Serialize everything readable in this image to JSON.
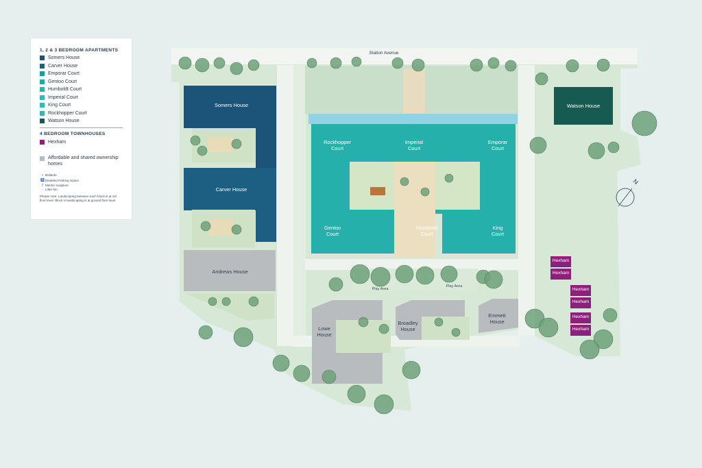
{
  "legend": {
    "heading_apartments": "1, 2 & 3 BEDROOM APARTMENTS",
    "apartments": [
      {
        "label": "Somers House",
        "color": "#1c5479"
      },
      {
        "label": "Carver House",
        "color": "#1c5f82"
      },
      {
        "label": "Emporar Court",
        "color": "#1a9aa1"
      },
      {
        "label": "Gentoo Court",
        "color": "#22a9a6"
      },
      {
        "label": "Humboldt Court",
        "color": "#28b6b3"
      },
      {
        "label": "Imperial Court",
        "color": "#2bbdb7"
      },
      {
        "label": "King Court",
        "color": "#30bcb4"
      },
      {
        "label": "Rockhopper Court",
        "color": "#35b5ab"
      },
      {
        "label": "Watson House",
        "color": "#175a52"
      }
    ],
    "heading_townhouses": "4 BEDROOM TOWNHOUSES",
    "townhouses": [
      {
        "label": "Hexham",
        "color": "#8e1f7b"
      }
    ],
    "affordable": {
      "label_line1": "Affordable and shared ownership",
      "label_line2": "homes",
      "color": "#b9bcbf"
    },
    "key_items": [
      "Bollards",
      "Disabled Parking Space",
      "Menhir sculpture",
      "Litter bin"
    ],
    "note": "Please note: Landscaping between each block is at 1st floor level. Block H landscaping is at ground floor level."
  },
  "map": {
    "street": "Station Avenue",
    "buildings": {
      "somers": "Somers House",
      "carver": "Carver House",
      "andrews": "Andrews House",
      "watson": "Watson House",
      "rockhopper": "Rockhopper\nCourt",
      "imperial": "Imperial\nCourt",
      "emporar": "Emporar\nCourt",
      "gentoo": "Gentoo\nCourt",
      "humboldt": "Humboldt\nCourt",
      "king": "King\nCourt",
      "lowe": "Lowe\nHouse",
      "broadley": "Broadley\nHouse",
      "emmett": "Emmett\nHouse"
    },
    "play_area_1": "Play Area",
    "play_area_2": "Play Area",
    "hexham_labels": [
      "Hexham",
      "Hexham",
      "Hexham",
      "Hexham",
      "Hexham",
      "Hexham"
    ],
    "north": "N",
    "colors": {
      "courts": "#25b0ac",
      "somers_carver": "#1c5479",
      "watson": "#175a52",
      "affordable": "#b9bcbf",
      "hexham": "#8e1f7b",
      "water": "#8fd3e4",
      "grass": "#d3e6d3",
      "tree": "#5e9a6a",
      "path": "#eef3ee"
    }
  }
}
